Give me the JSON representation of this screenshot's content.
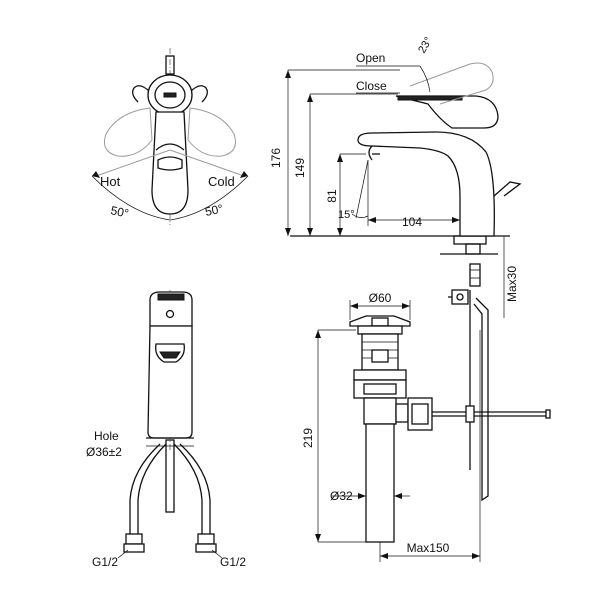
{
  "top_view": {
    "hot_label": "Hot",
    "cold_label": "Cold",
    "angle_left": "50°",
    "angle_right": "50°"
  },
  "side_view": {
    "open_label": "Open",
    "close_label": "Close",
    "open_angle": "23°",
    "spout_angle": "15°",
    "dim_total_height": "176",
    "dim_outlet_height": "149",
    "dim_spout_height": "81",
    "dim_reach": "104",
    "dim_max_thickness": "Max30"
  },
  "front_view": {
    "hole_label": "Hole",
    "hole_dia": "Ø36±2",
    "thread_left": "G1/2",
    "thread_right": "G1/2"
  },
  "waste_view": {
    "dim_plug_dia": "Ø60",
    "dim_length": "219",
    "dim_pipe_dia": "Ø32",
    "dim_max_offset": "Max150"
  }
}
